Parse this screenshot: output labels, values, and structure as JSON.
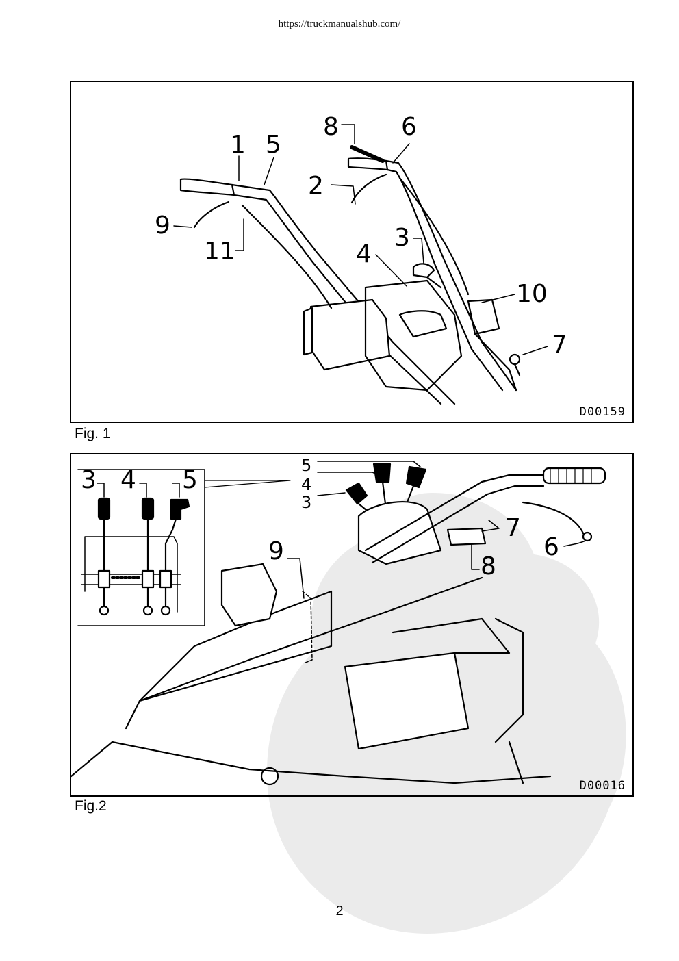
{
  "header": {
    "url": "https://truckmanualshub.com/"
  },
  "figures": [
    {
      "caption": "Fig. 1",
      "code": "D00159",
      "callouts": [
        "8",
        "6",
        "1",
        "5",
        "2",
        "9",
        "11",
        "3",
        "4",
        "10",
        "7"
      ]
    },
    {
      "caption": "Fig.2",
      "code": "D00016",
      "inset_callouts": [
        "3",
        "4",
        "5"
      ],
      "lever_callouts": [
        "5",
        "4",
        "3"
      ],
      "callouts": [
        "9",
        "7",
        "6",
        "8"
      ]
    }
  ],
  "page_number": "2",
  "colors": {
    "line": "#000000",
    "watermark": "#ebebeb",
    "background": "#ffffff"
  }
}
